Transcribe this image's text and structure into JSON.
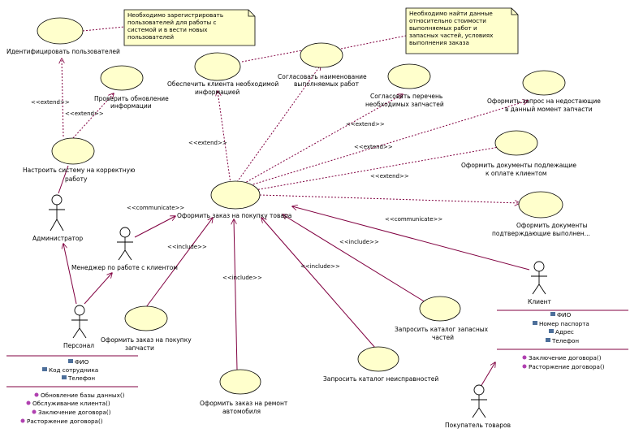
{
  "diagram": {
    "notes": {
      "register": [
        "Необходимо зарегистрировать",
        "пользователей для работы с",
        "системой и в вести новых",
        "пользователей"
      ],
      "find": [
        "Необходимо найти данные",
        "относительно стоимости",
        "выполняемых работ и",
        "запасных частей, условиях",
        "выполнения заказа"
      ]
    },
    "usecases": {
      "identify": [
        "Идентифицировать пользователей"
      ],
      "check_update": [
        "Проверить обновление",
        "информации"
      ],
      "setup": [
        "Настроить систему на корректную",
        "работу"
      ],
      "provide_info": [
        "Обеспечить клиента необходимой",
        "информацией"
      ],
      "agree_names": [
        "Согласовать наименование",
        "выполняемых работ"
      ],
      "agree_parts": [
        "Согласовать перечень",
        "необходимых запчастей"
      ],
      "request_missing": [
        "Оформить запрос на недостающие",
        "в данный момент запчасти"
      ],
      "docs_payment": [
        "Оформить документы подлежащие",
        "к оплате клиентом"
      ],
      "docs_confirm": [
        "Оформить документы",
        "подтверждающие выполнен..."
      ],
      "order_main": [
        "Оформить заказ на покупку товара"
      ],
      "order_parts": [
        "Оформить заказ на покупку",
        "запчасти"
      ],
      "order_repair": [
        "Оформить заказ на ремонт",
        "автомобиля"
      ],
      "catalog_faults": [
        "Запросить каталог неисправностей"
      ],
      "catalog_parts": [
        "Запросить каталог запасных",
        "частей"
      ]
    },
    "actors": {
      "admin": "Администратор",
      "manager": "Менеджер по работе с клиентом",
      "personnel": "Персонал",
      "client": "Клиент",
      "buyer": "Покупатель товаров"
    },
    "stereotypes": {
      "extend": "<<extend>>",
      "include": "<<include>>",
      "communicate": "<<communicate>>"
    },
    "classes": {
      "personnel": {
        "attributes": [
          "ФИО",
          "Код сотрудника",
          "Телефон"
        ],
        "operations": [
          "Обновление базы данных()",
          "Обслуживание клиента()",
          "Заключение договора()",
          "Расторжение договора()"
        ]
      },
      "client": {
        "attributes": [
          "ФИО",
          "Номер паспорта",
          "Адрес",
          "Телефон"
        ],
        "operations": [
          "Заключение договора()",
          "Расторжение договора()"
        ]
      }
    },
    "colors": {
      "usecase_fill": "#ffffcc",
      "note_fill": "#ffffcc",
      "line_extend": "#800040",
      "line_solid": "#800040",
      "class_line": "#800040",
      "attr_icon": "#4d6f9a",
      "op_icon": "#b040b0"
    }
  }
}
